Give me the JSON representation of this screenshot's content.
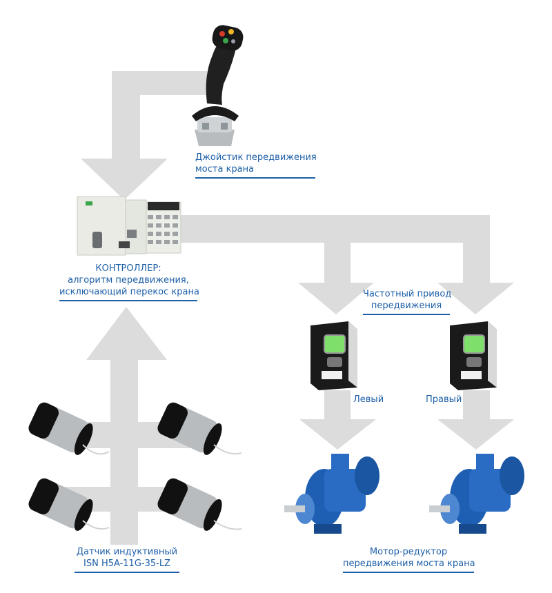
{
  "colors": {
    "arrow": "#dcdcdc",
    "label": "#1d5fa7",
    "motor": "#1e5fb4",
    "drive": "#1a1a1a",
    "drive_screen": "#7ee06a",
    "sensor_body": "#111111"
  },
  "joystick": {
    "label_line1": "Джойстик передвижения",
    "label_line2": "моста крана",
    "icon": "joystick-icon"
  },
  "controller": {
    "label_line1": "КОНТРОЛЛЕР:",
    "label_line2": "алгоритм передвижения,",
    "label_line3": "исключающий перекос крана",
    "icon": "plc-icon"
  },
  "drives": {
    "label_line1": "Частотный привод",
    "label_line2": "передвижения",
    "left_label": "Левый",
    "right_label": "Правый",
    "icon": "frequency-drive-icon"
  },
  "sensors": {
    "label_line1": "Датчик индуктивный",
    "label_line2": "ISN H5A-11G-35-LZ",
    "icon": "inductive-sensor-icon"
  },
  "motors": {
    "label_line1": "Мотор-редуктор",
    "label_line2": "передвижения моста крана",
    "icon": "gear-motor-icon"
  }
}
